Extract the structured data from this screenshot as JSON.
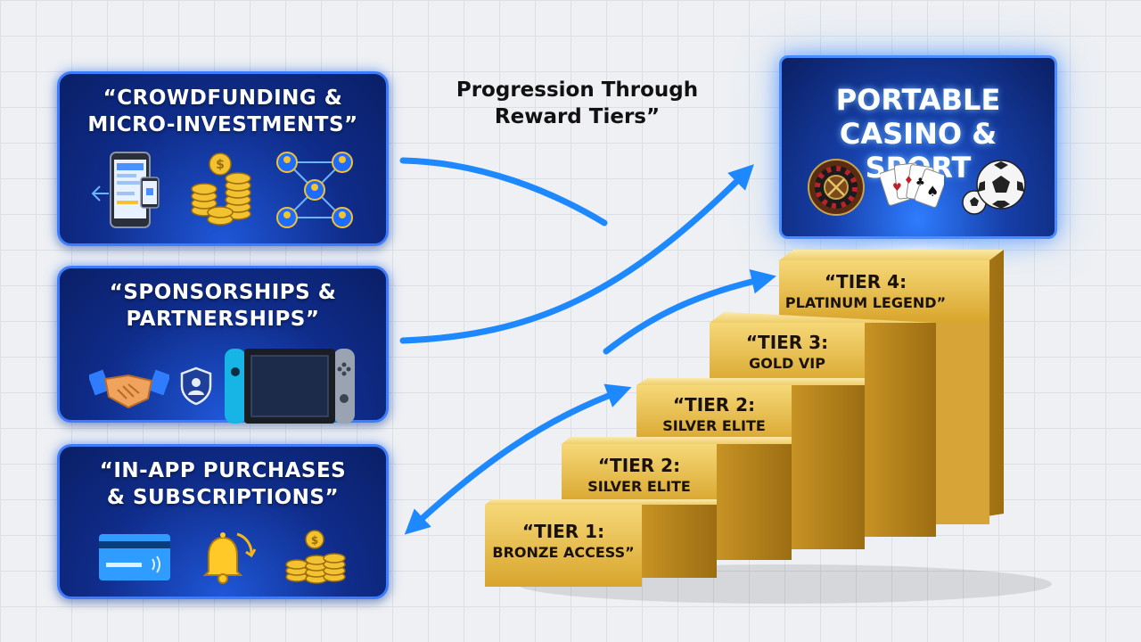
{
  "panels": {
    "crowdfunding": {
      "line1": "“CROWDFUNDING &",
      "line2": "MICRO-INVESTMENTS”"
    },
    "sponsorships": {
      "line1": "“SPONSORSHIPS &",
      "line2": "PARTNERSHIPS”"
    },
    "inapp": {
      "line1": "“IN-APP PURCHASES",
      "line2": "& SUBSCRIPTIONS”"
    }
  },
  "flow_title": {
    "line1": "Progression Through",
    "line2": "Reward Tiers”"
  },
  "casino": {
    "line1": "PORTABLE",
    "line2": "CASINO & SPORT"
  },
  "tiers": [
    {
      "line1": "“TIER 1:",
      "line2": "BRONZE ACCESS”"
    },
    {
      "line1": "“TIER 2:",
      "line2": "SILVER ELITE"
    },
    {
      "line1": "“TIER 2:",
      "line2": "SILVER ELITE"
    },
    {
      "line1": "“TIER 3:",
      "line2": "GOLD VIP"
    },
    {
      "line1": "“TIER 4:",
      "line2": "PLATINUM LEGEND”"
    }
  ],
  "icons": {
    "crowdfunding": [
      "smartphone-icon",
      "coin-stacks-icon",
      "network-people-icon"
    ],
    "sponsorships": [
      "handshake-icon",
      "shield-user-icon",
      "game-console-icon"
    ],
    "inapp": [
      "credit-card-icon",
      "notification-bell-icon",
      "coin-stacks-icon"
    ],
    "casino": [
      "roulette-wheel-icon",
      "playing-cards-icon",
      "soccer-balls-icon"
    ]
  },
  "colors": {
    "panel_blue": "#0f2c8a",
    "panel_border": "#3d7bff",
    "arrow_blue": "#1e88ff",
    "gold": "#e7b93a",
    "coin_gold": "#f2c230"
  }
}
